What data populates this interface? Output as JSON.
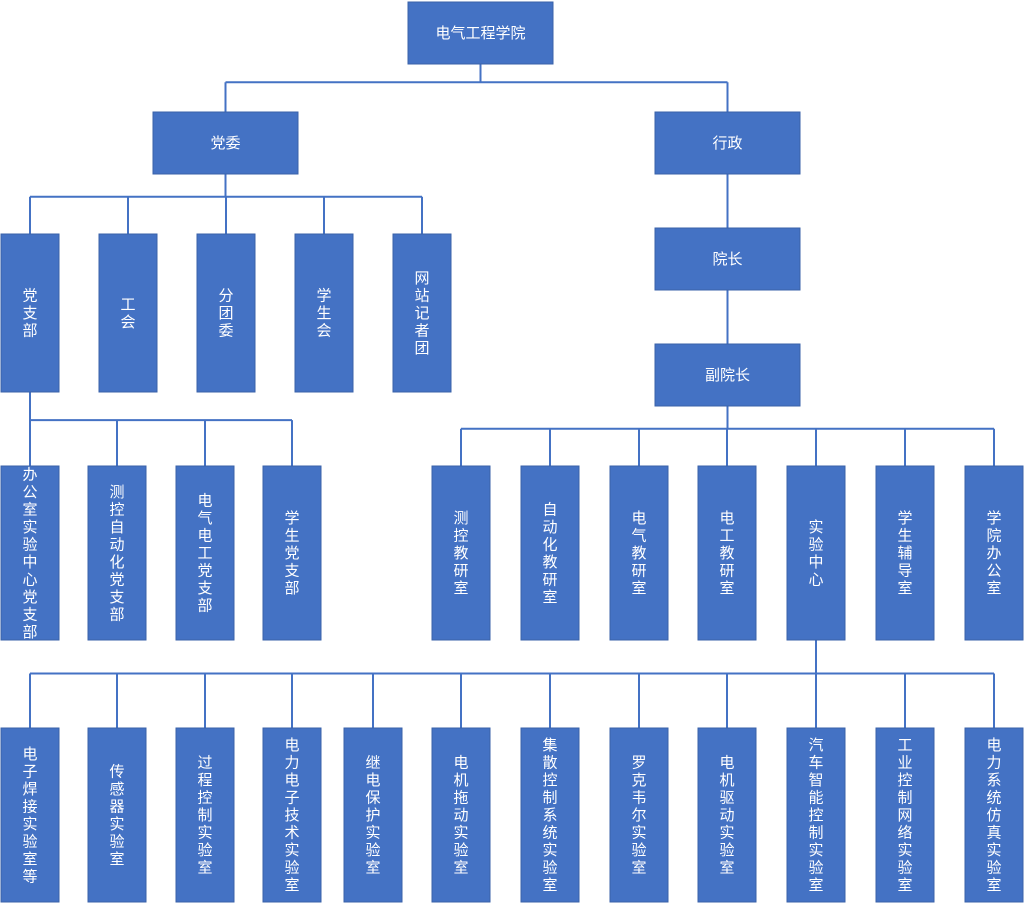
{
  "colors": {
    "box": "#4472C4",
    "line": "#4472C4",
    "text": "#FFFFFF"
  },
  "nodes": [
    {
      "id": "college",
      "label": "电气工程学院",
      "orient": "h"
    },
    {
      "id": "party_committee",
      "label": "党委",
      "orient": "h"
    },
    {
      "id": "administration",
      "label": "行政",
      "orient": "h"
    },
    {
      "id": "party_branch",
      "label": "党支部",
      "orient": "v"
    },
    {
      "id": "trade_union",
      "label": "工会",
      "orient": "v"
    },
    {
      "id": "youth_league",
      "label": "分团委",
      "orient": "v"
    },
    {
      "id": "student_union",
      "label": "学生会",
      "orient": "v"
    },
    {
      "id": "web_reporters",
      "label": "网站记者团",
      "orient": "v"
    },
    {
      "id": "dean",
      "label": "院长",
      "orient": "h"
    },
    {
      "id": "vice_dean",
      "label": "副院长",
      "orient": "h"
    },
    {
      "id": "branch_office_lab",
      "label": "办公室实验中心党支部",
      "orient": "v"
    },
    {
      "id": "branch_automation",
      "label": "测控自动化党支部",
      "orient": "v"
    },
    {
      "id": "branch_electrical",
      "label": "电气电工党支部",
      "orient": "v"
    },
    {
      "id": "branch_student",
      "label": "学生党支部",
      "orient": "v"
    },
    {
      "id": "dept_measure_control",
      "label": "测控教研室",
      "orient": "v"
    },
    {
      "id": "dept_automation",
      "label": "自动化教研室",
      "orient": "v"
    },
    {
      "id": "dept_electrical",
      "label": "电气教研室",
      "orient": "v"
    },
    {
      "id": "dept_electrotechnics",
      "label": "电工教研室",
      "orient": "v"
    },
    {
      "id": "lab_center",
      "label": "实验中心",
      "orient": "v"
    },
    {
      "id": "student_counseling",
      "label": "学生辅导室",
      "orient": "v"
    },
    {
      "id": "college_office",
      "label": "学院办公室",
      "orient": "v"
    },
    {
      "id": "lab_welding",
      "label": "电子焊接实验室等",
      "orient": "v"
    },
    {
      "id": "lab_sensor",
      "label": "传感器实验室",
      "orient": "v"
    },
    {
      "id": "lab_process",
      "label": "过程控制实验室",
      "orient": "v"
    },
    {
      "id": "lab_power_electronics",
      "label": "电力电子技术实验室",
      "orient": "v"
    },
    {
      "id": "lab_relay",
      "label": "继电保护实验室",
      "orient": "v"
    },
    {
      "id": "lab_motor_drag",
      "label": "电机拖动实验室",
      "orient": "v"
    },
    {
      "id": "lab_dcs",
      "label": "集散控制系统实验室",
      "orient": "v"
    },
    {
      "id": "lab_rockwell",
      "label": "罗克韦尔实验室",
      "orient": "v"
    },
    {
      "id": "lab_motor_drive",
      "label": "电机驱动实验室",
      "orient": "v"
    },
    {
      "id": "lab_auto_control",
      "label": "汽车智能控制实验室",
      "orient": "v"
    },
    {
      "id": "lab_industrial_net",
      "label": "工业控制网络实验室",
      "orient": "v"
    },
    {
      "id": "lab_power_sim",
      "label": "电力系统仿真实验室",
      "orient": "v"
    }
  ],
  "edges": [
    [
      "college",
      "party_committee"
    ],
    [
      "college",
      "administration"
    ],
    [
      "party_committee",
      "party_branch"
    ],
    [
      "party_committee",
      "trade_union"
    ],
    [
      "party_committee",
      "youth_league"
    ],
    [
      "party_committee",
      "student_union"
    ],
    [
      "party_committee",
      "web_reporters"
    ],
    [
      "party_branch",
      "branch_office_lab"
    ],
    [
      "party_branch",
      "branch_automation"
    ],
    [
      "party_branch",
      "branch_electrical"
    ],
    [
      "party_branch",
      "branch_student"
    ],
    [
      "administration",
      "dean"
    ],
    [
      "dean",
      "vice_dean"
    ],
    [
      "vice_dean",
      "dept_measure_control"
    ],
    [
      "vice_dean",
      "dept_automation"
    ],
    [
      "vice_dean",
      "dept_electrical"
    ],
    [
      "vice_dean",
      "dept_electrotechnics"
    ],
    [
      "vice_dean",
      "lab_center"
    ],
    [
      "vice_dean",
      "student_counseling"
    ],
    [
      "vice_dean",
      "college_office"
    ],
    [
      "lab_center",
      "lab_welding"
    ],
    [
      "lab_center",
      "lab_sensor"
    ],
    [
      "lab_center",
      "lab_process"
    ],
    [
      "lab_center",
      "lab_power_electronics"
    ],
    [
      "lab_center",
      "lab_relay"
    ],
    [
      "lab_center",
      "lab_motor_drag"
    ],
    [
      "lab_center",
      "lab_dcs"
    ],
    [
      "lab_center",
      "lab_rockwell"
    ],
    [
      "lab_center",
      "lab_motor_drive"
    ],
    [
      "lab_center",
      "lab_auto_control"
    ],
    [
      "lab_center",
      "lab_industrial_net"
    ],
    [
      "lab_center",
      "lab_power_sim"
    ]
  ]
}
